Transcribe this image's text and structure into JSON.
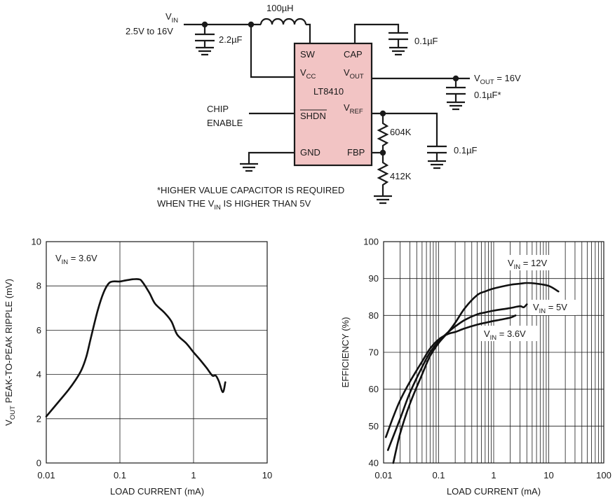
{
  "schematic": {
    "vin_label": "V",
    "vin_sub": "IN",
    "vin_range": "2.5V to 16V",
    "inductor": "100µH",
    "cin": "2.2µF",
    "ccap": "0.1µF",
    "ic_name": "LT8410",
    "pin_sw": "SW",
    "pin_cap": "CAP",
    "pin_vcc": "V",
    "pin_vcc_sub": "CC",
    "pin_vout": "V",
    "pin_vout_sub": "OUT",
    "pin_shdn": "SHDN",
    "pin_vref": "V",
    "pin_vref_sub": "REF",
    "pin_gnd": "GND",
    "pin_fbp": "FBP",
    "vout_label": "V",
    "vout_sub": "OUT",
    "vout_value": " = 16V",
    "cout": "0.1µF*",
    "cref": "0.1µF",
    "r_top": "604K",
    "r_bot": "412K",
    "chip_line1": "CHIP",
    "chip_line2": "ENABLE",
    "note_line1": "*HIGHER VALUE CAPACITOR IS REQUIRED",
    "note_line2_pre": "WHEN THE V",
    "note_line2_sub": "IN",
    "note_line2_post": " IS HIGHER THAN 5V",
    "colors": {
      "ic_fill": "#f2c4c4",
      "ink": "#1a1a1a"
    }
  },
  "chart_data": [
    {
      "type": "line",
      "xscale": "log",
      "xlim": [
        0.01,
        10
      ],
      "ylim": [
        0,
        10
      ],
      "xticks": [
        "0.01",
        "0.1",
        "1",
        "10"
      ],
      "yticks": [
        "0",
        "2",
        "4",
        "6",
        "8",
        "10"
      ],
      "xlabel": "LOAD CURRENT (mA)",
      "ylabel_pre": "V",
      "ylabel_sub": "OUT",
      "ylabel_post": " PEAK-TO-PEAK RIPPLE (mV)",
      "annotation_pre": "V",
      "annotation_sub": "IN",
      "annotation_post": " = 3.6V",
      "grid": true,
      "series": [
        {
          "x": [
            0.01,
            0.015,
            0.02,
            0.025,
            0.03,
            0.035,
            0.04,
            0.05,
            0.06,
            0.07,
            0.08,
            0.1,
            0.12,
            0.15,
            0.18,
            0.2,
            0.25,
            0.3,
            0.4,
            0.5,
            0.6,
            0.8,
            1.0,
            1.2,
            1.5,
            1.8,
            2.0,
            2.2,
            2.5,
            2.7
          ],
          "y": [
            2.1,
            2.8,
            3.3,
            3.75,
            4.2,
            4.8,
            5.6,
            6.9,
            7.7,
            8.1,
            8.2,
            8.2,
            8.25,
            8.3,
            8.3,
            8.2,
            7.7,
            7.2,
            6.8,
            6.4,
            5.8,
            5.4,
            5.0,
            4.7,
            4.3,
            3.95,
            3.95,
            3.7,
            3.2,
            3.65
          ]
        }
      ]
    },
    {
      "type": "line",
      "xscale": "log",
      "xlim": [
        0.01,
        100
      ],
      "ylim": [
        40,
        100
      ],
      "xticks": [
        "0.01",
        "0.1",
        "1",
        "10",
        "100"
      ],
      "yticks": [
        "40",
        "50",
        "60",
        "70",
        "80",
        "90",
        "100"
      ],
      "xlabel": "LOAD CURRENT (mA)",
      "ylabel": "EFFICIENCY (%)",
      "grid": true,
      "series": [
        {
          "name_pre": "V",
          "name_sub": "IN",
          "name_post": " = 12V",
          "x": [
            0.015,
            0.02,
            0.03,
            0.05,
            0.07,
            0.1,
            0.15,
            0.2,
            0.3,
            0.5,
            0.7,
            1,
            2,
            3,
            4,
            6,
            10,
            15
          ],
          "y": [
            40,
            48,
            56,
            64,
            69,
            72.5,
            75.5,
            78,
            82,
            85.5,
            86.5,
            87.3,
            88.3,
            88.6,
            88.8,
            88.6,
            88,
            86.5
          ]
        },
        {
          "name_pre": "V",
          "name_sub": "IN",
          "name_post": " = 5V",
          "x": [
            0.012,
            0.02,
            0.03,
            0.05,
            0.07,
            0.1,
            0.15,
            0.2,
            0.3,
            0.5,
            0.7,
            1,
            2,
            3,
            3.5,
            4
          ],
          "y": [
            43.5,
            52,
            59,
            66,
            70,
            73,
            75.5,
            77,
            78.8,
            80.3,
            80.8,
            81.3,
            82,
            82.5,
            82.2,
            83
          ]
        },
        {
          "name_pre": "V",
          "name_sub": "IN",
          "name_post": " = 3.6V",
          "x": [
            0.011,
            0.015,
            0.02,
            0.03,
            0.05,
            0.07,
            0.1,
            0.15,
            0.2,
            0.3,
            0.5,
            0.7,
            1,
            1.5,
            2,
            2.5
          ],
          "y": [
            47,
            52.5,
            57,
            62,
            67.5,
            71,
            73.5,
            75,
            75.5,
            76.5,
            77.5,
            78,
            78.5,
            79,
            79.4,
            80
          ]
        }
      ]
    }
  ]
}
